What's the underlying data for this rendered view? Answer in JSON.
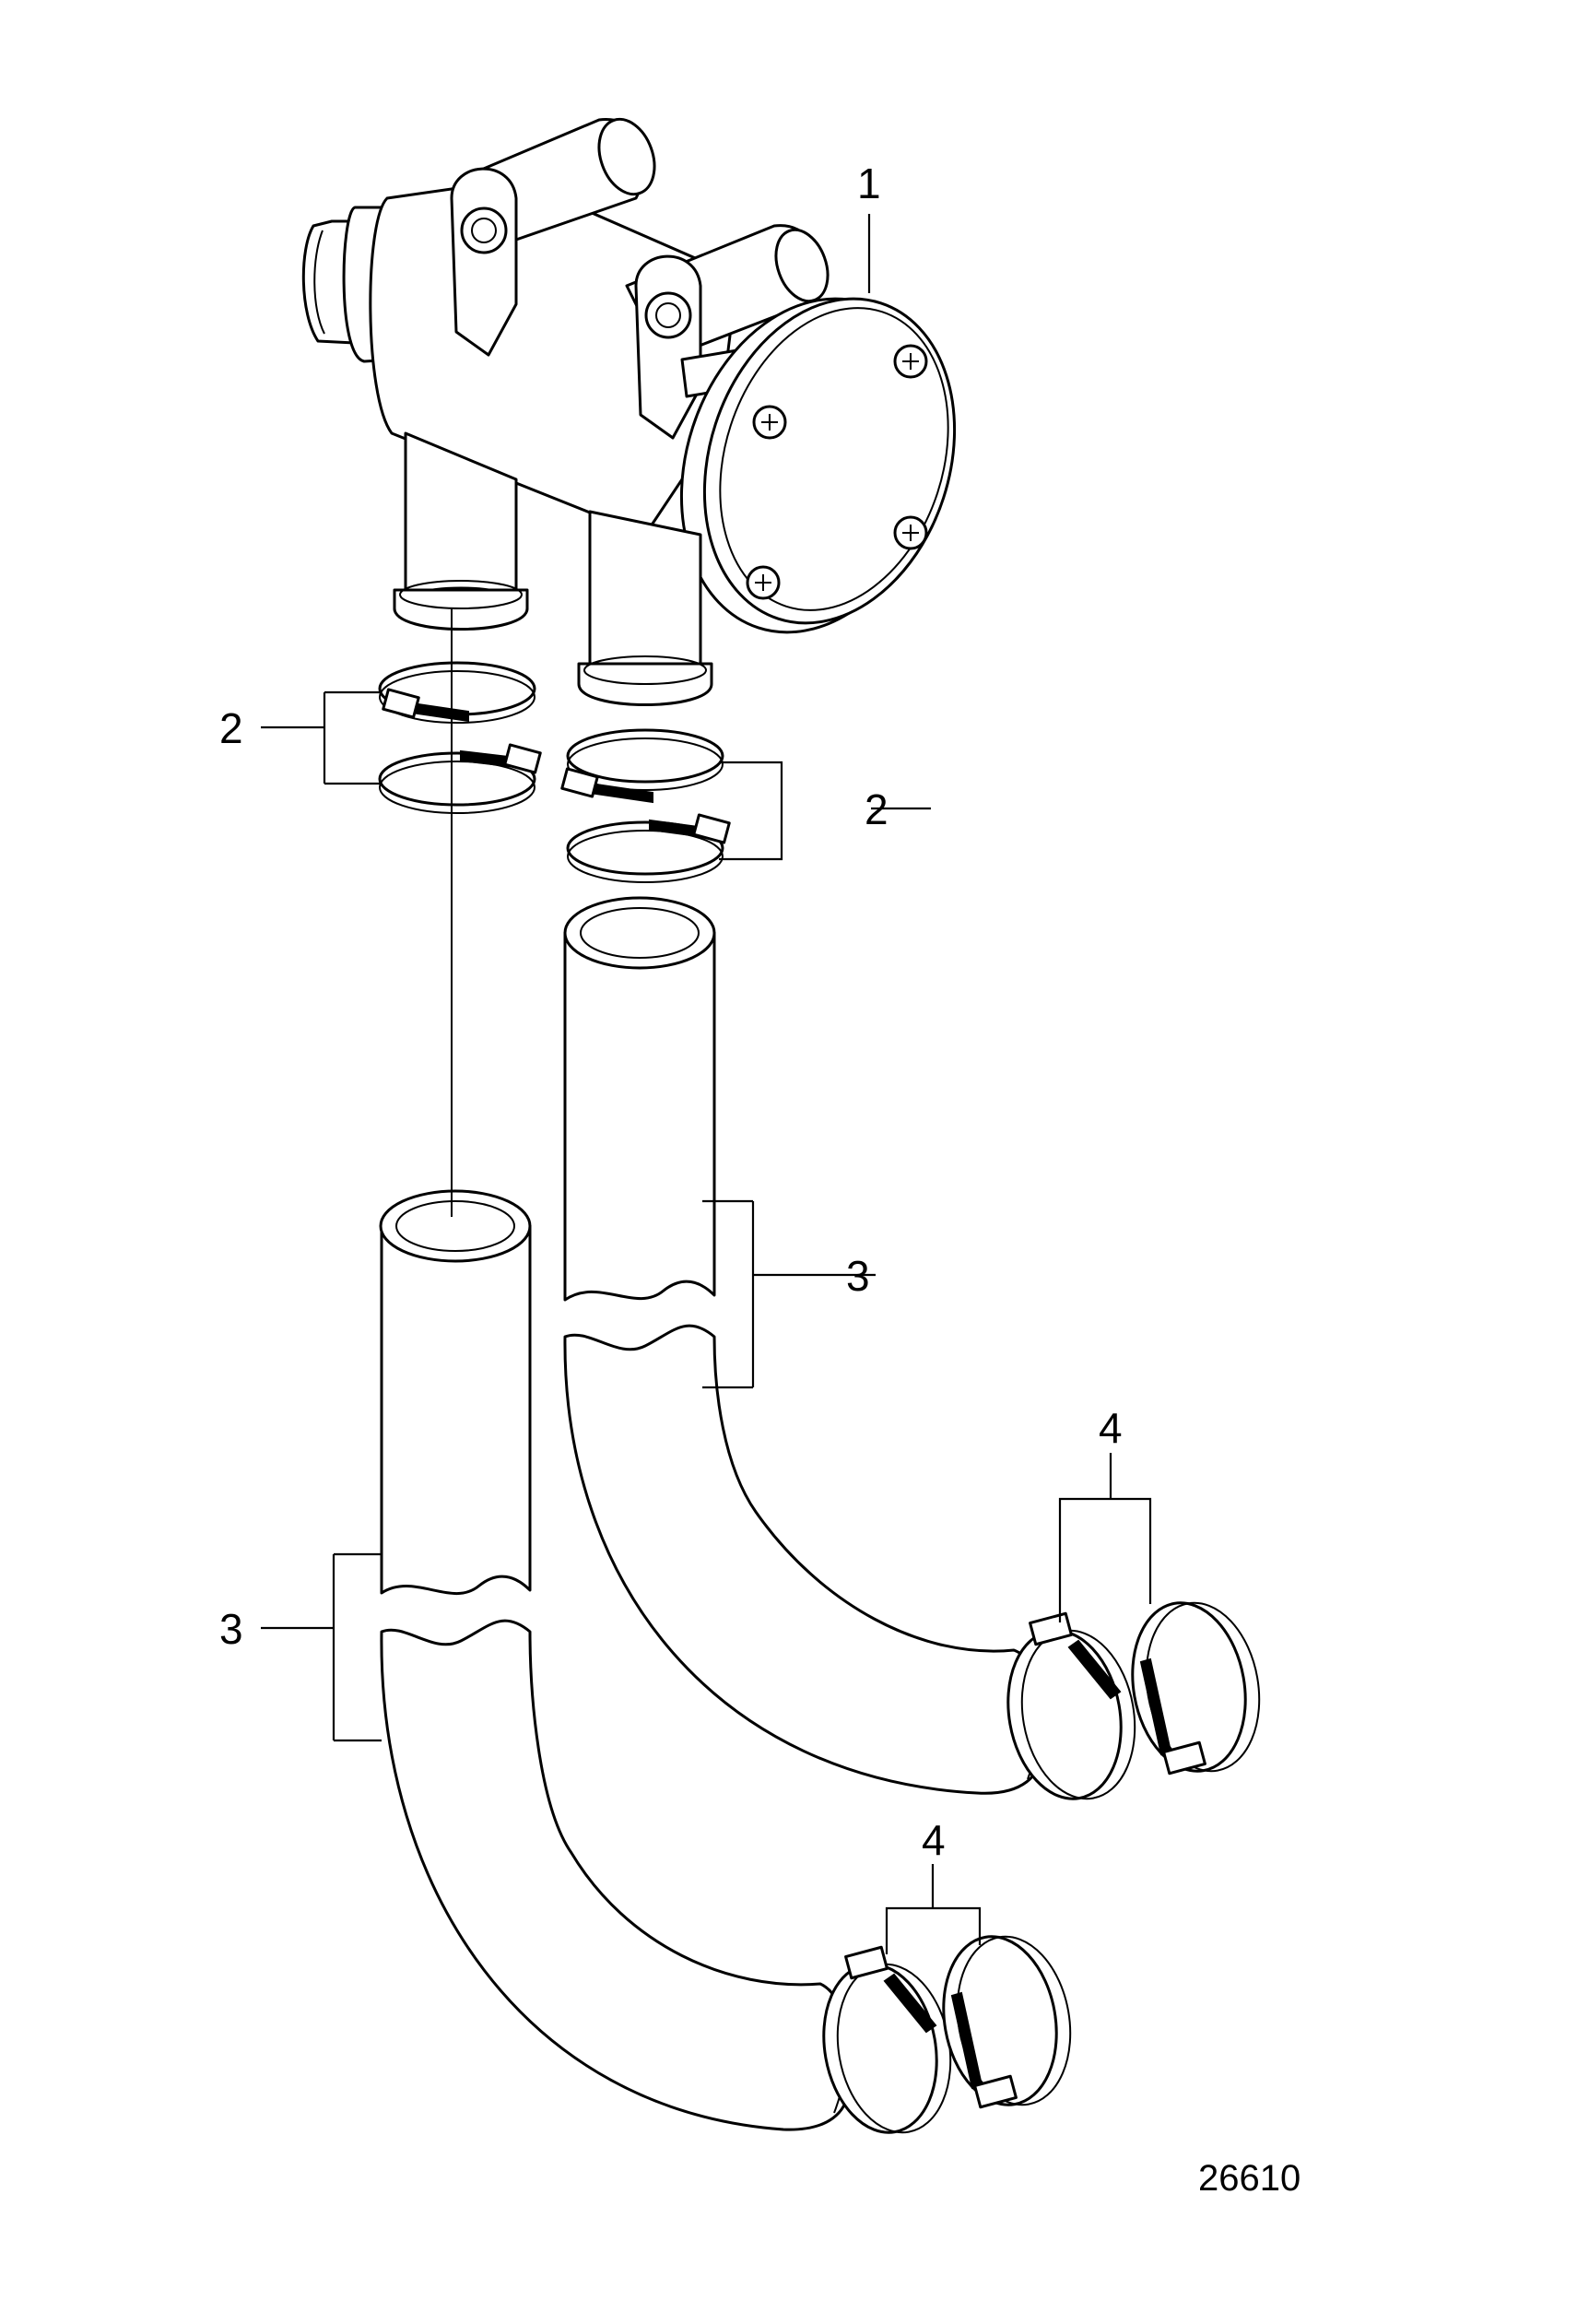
{
  "callouts": {
    "pump": "1",
    "clamps_upper_left": "2",
    "clamps_upper_right": "2",
    "hose_right": "3",
    "hose_left": "3",
    "clamps_lower_right": "4",
    "clamps_lower_left": "4"
  },
  "figure_number": "26610",
  "colors": {
    "line": "#000000",
    "background": "#ffffff"
  }
}
